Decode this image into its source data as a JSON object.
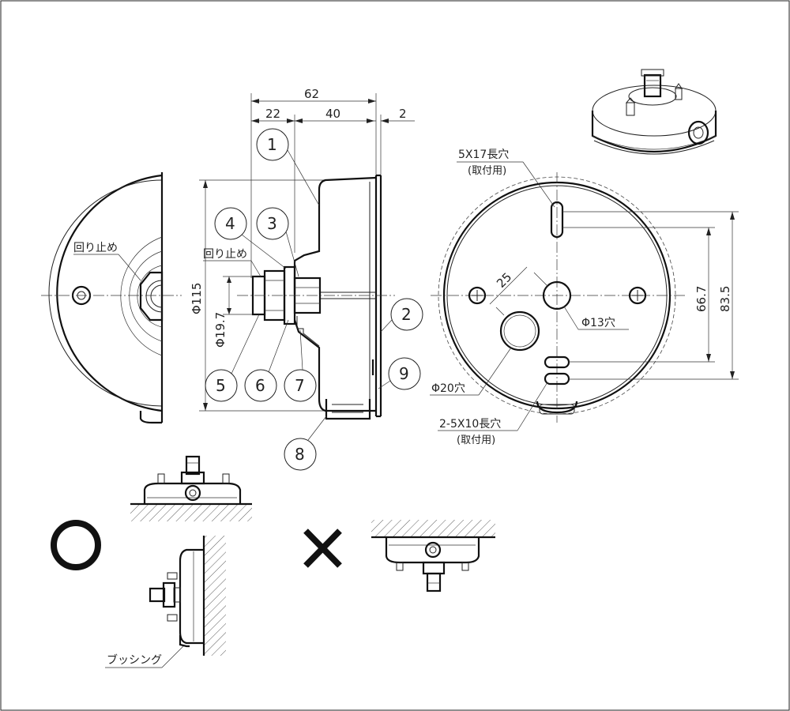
{
  "dimensions": {
    "overall_depth": "62",
    "depth_a": "22",
    "depth_b": "40",
    "flange": "2",
    "diameter_body": "Φ115",
    "diameter_nipple": "Φ19.7",
    "offset_angle": "25",
    "hole_small": "Φ13穴",
    "hole_large": "Φ20穴",
    "vertical_a": "66.7",
    "vertical_b": "83.5"
  },
  "notes": {
    "anti_rotation_front": "回り止め",
    "anti_rotation_side": "回り止め",
    "slot_top": "5X17長穴",
    "slot_top_sub": "(取付用)",
    "slot_bottom": "2-5X10長穴",
    "slot_bottom_sub": "(取付用)",
    "bushing": "ブッシング"
  },
  "balloons": [
    "1",
    "2",
    "3",
    "4",
    "5",
    "6",
    "7",
    "8",
    "9"
  ],
  "installation": {
    "ok_symbol": "○",
    "ng_symbol": "×"
  }
}
